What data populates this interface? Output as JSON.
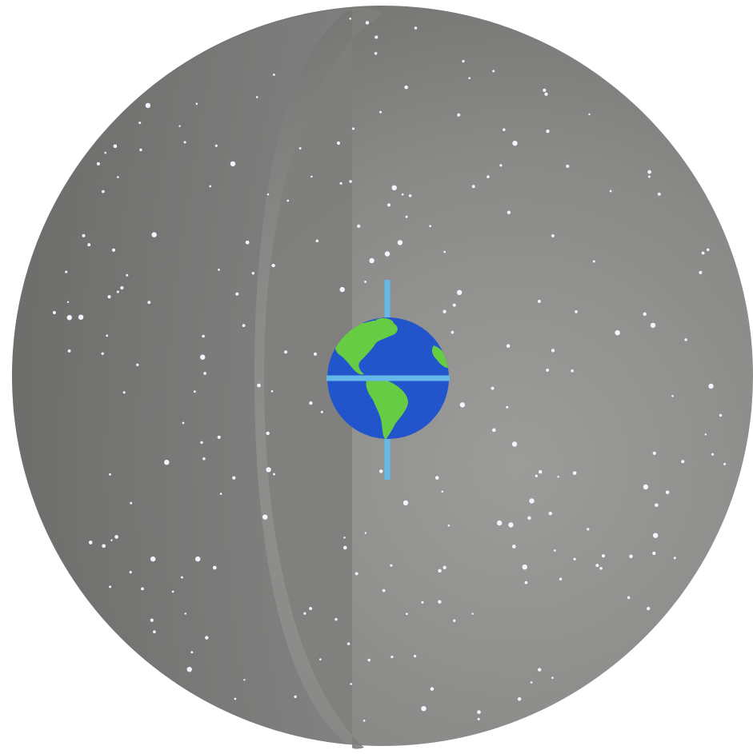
{
  "diagram": {
    "subject": "celestial-sphere",
    "elements": {
      "sphere": "celestial-sphere",
      "cutaway": "front-cutaway-hemisphere",
      "earth": "earth-globe",
      "axis": "earth-rotation-axis",
      "equator": "celestial-equator-line",
      "stars": "star-field"
    },
    "colors": {
      "sphere_light": "#9a9a98",
      "sphere_mid": "#858583",
      "sphere_dark": "#6e6e6c",
      "cutaway_shade": "#747472",
      "star": "#f4f4ff",
      "ocean": "#2255cc",
      "land": "#66cc44",
      "axis": "#66b8e8",
      "background": "#ffffff"
    }
  }
}
